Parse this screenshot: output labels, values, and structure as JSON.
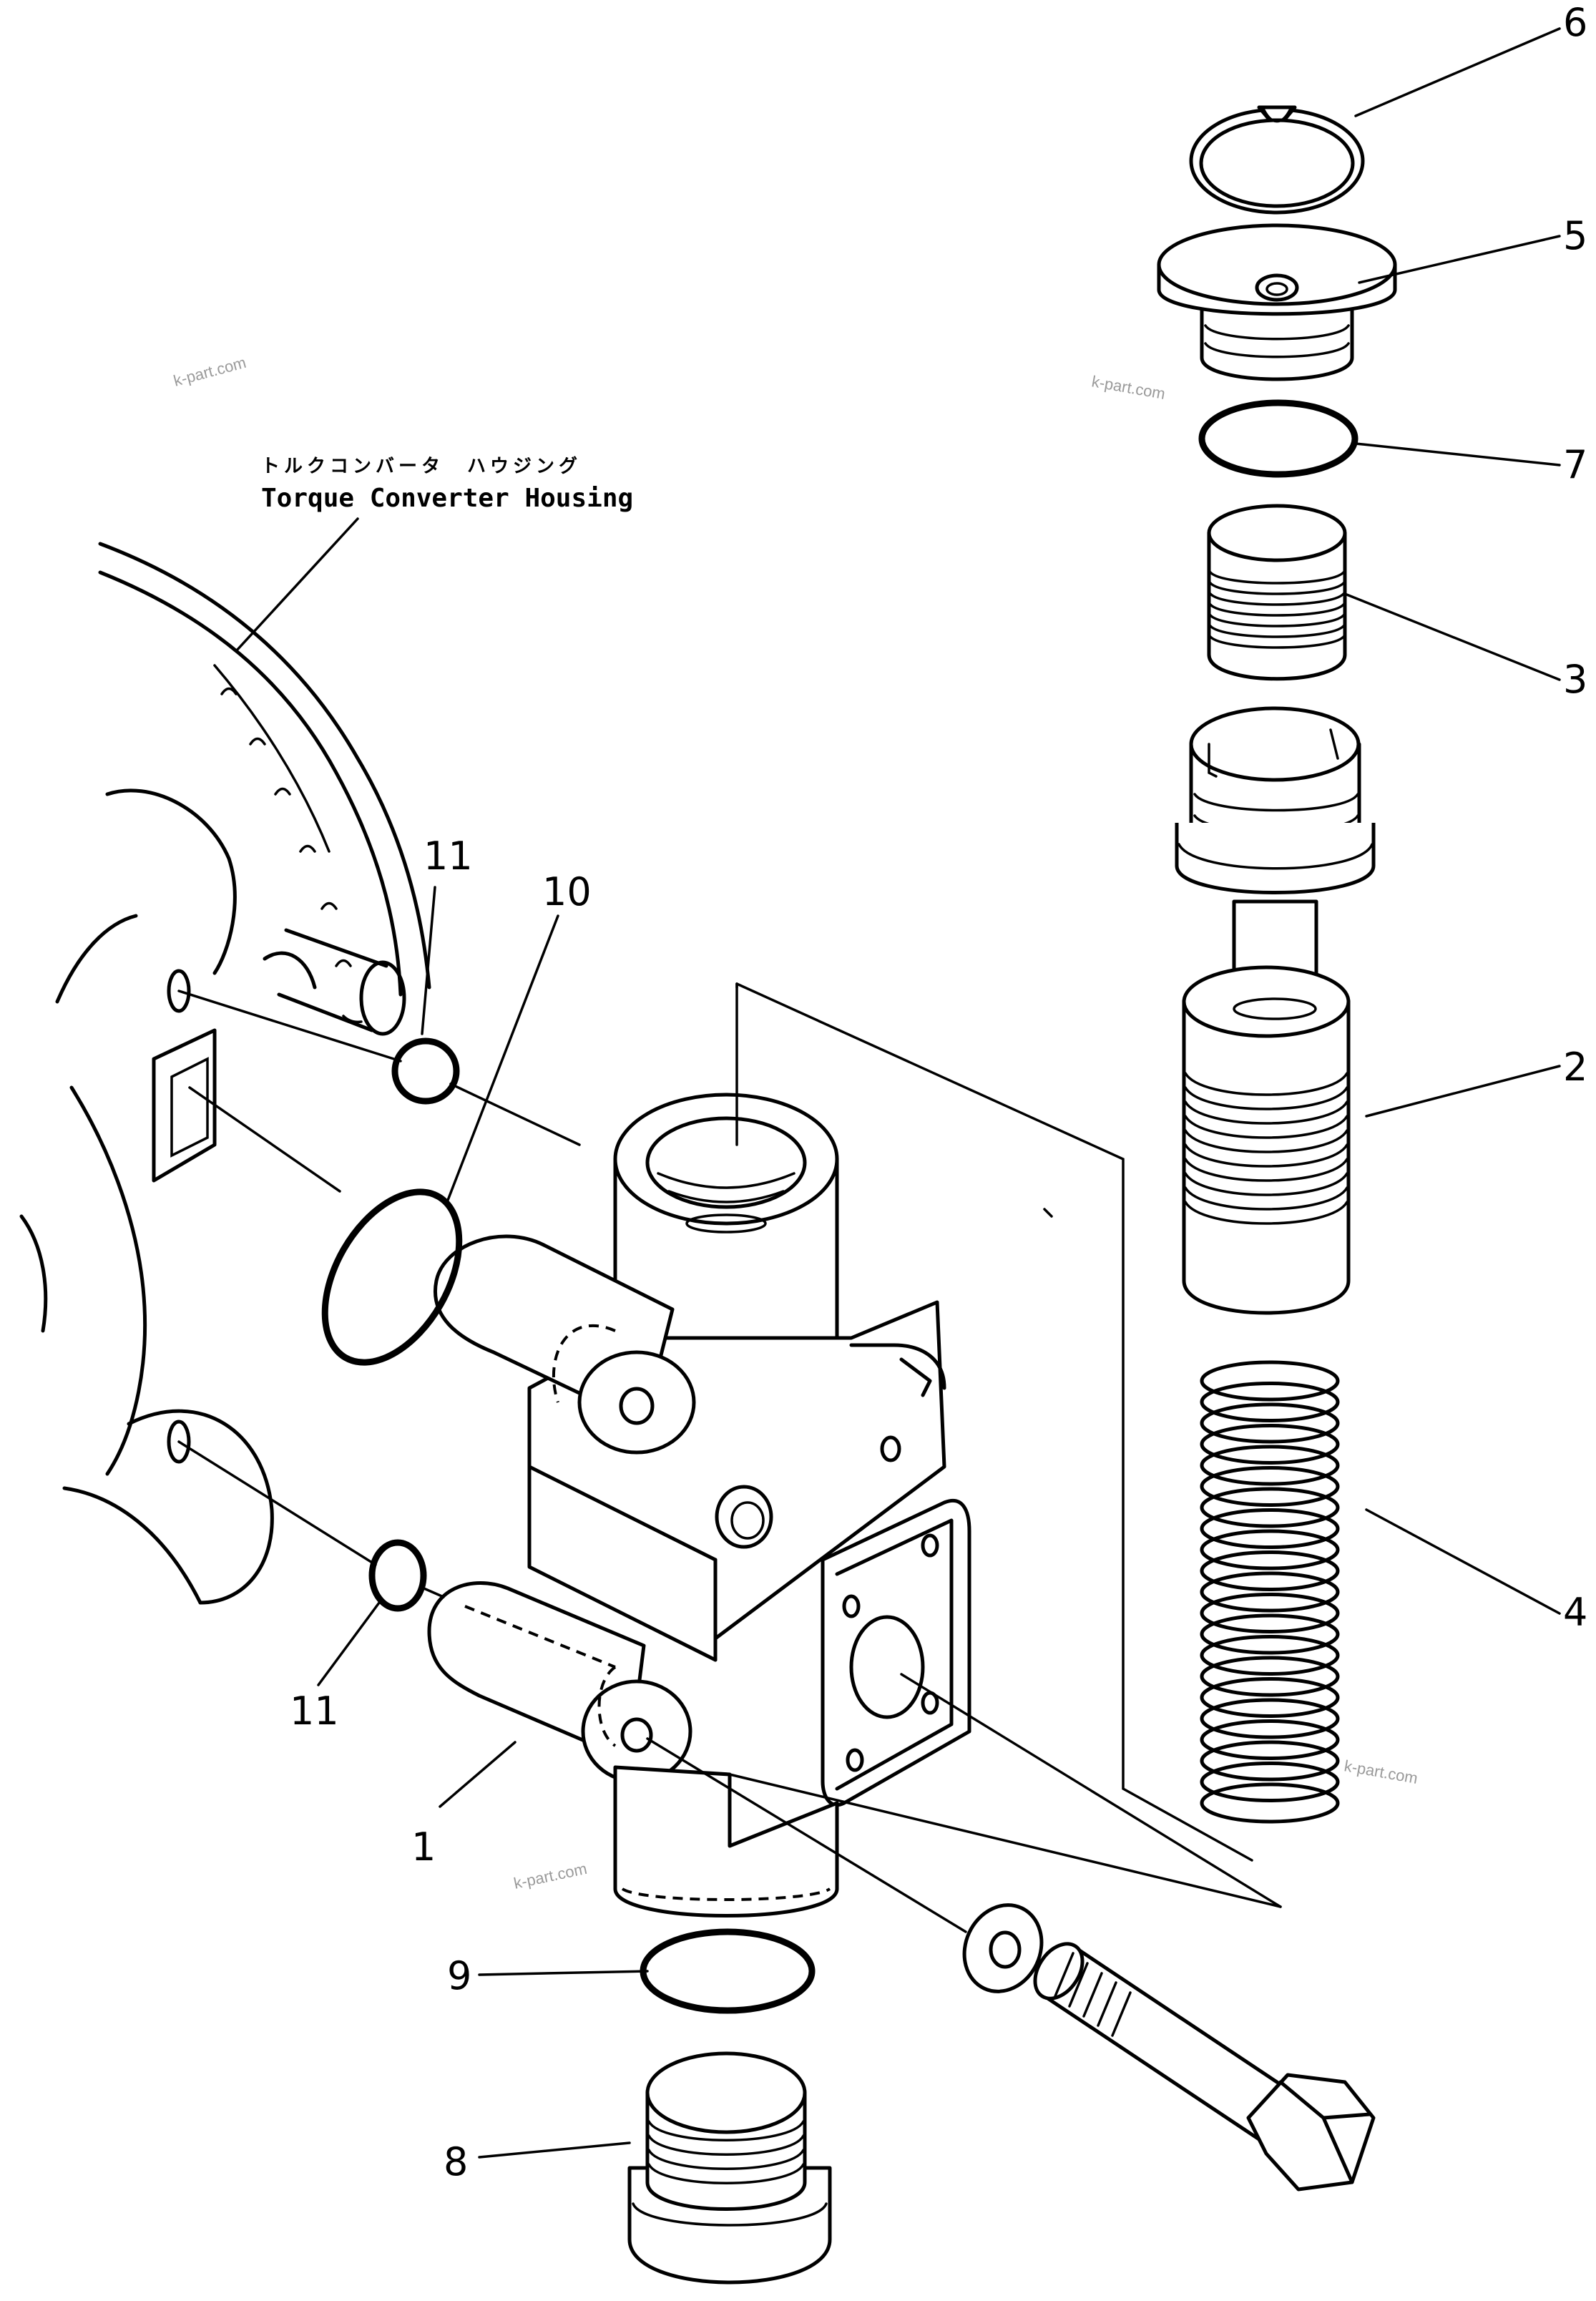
{
  "caption": {
    "japanese": "トルクコンバータ　ハウジング",
    "english": "Torque Converter Housing"
  },
  "callouts": [
    "1",
    "2",
    "3",
    "4",
    "5",
    "6",
    "7",
    "8",
    "9",
    "10",
    "11"
  ],
  "watermark": "k-part.com"
}
